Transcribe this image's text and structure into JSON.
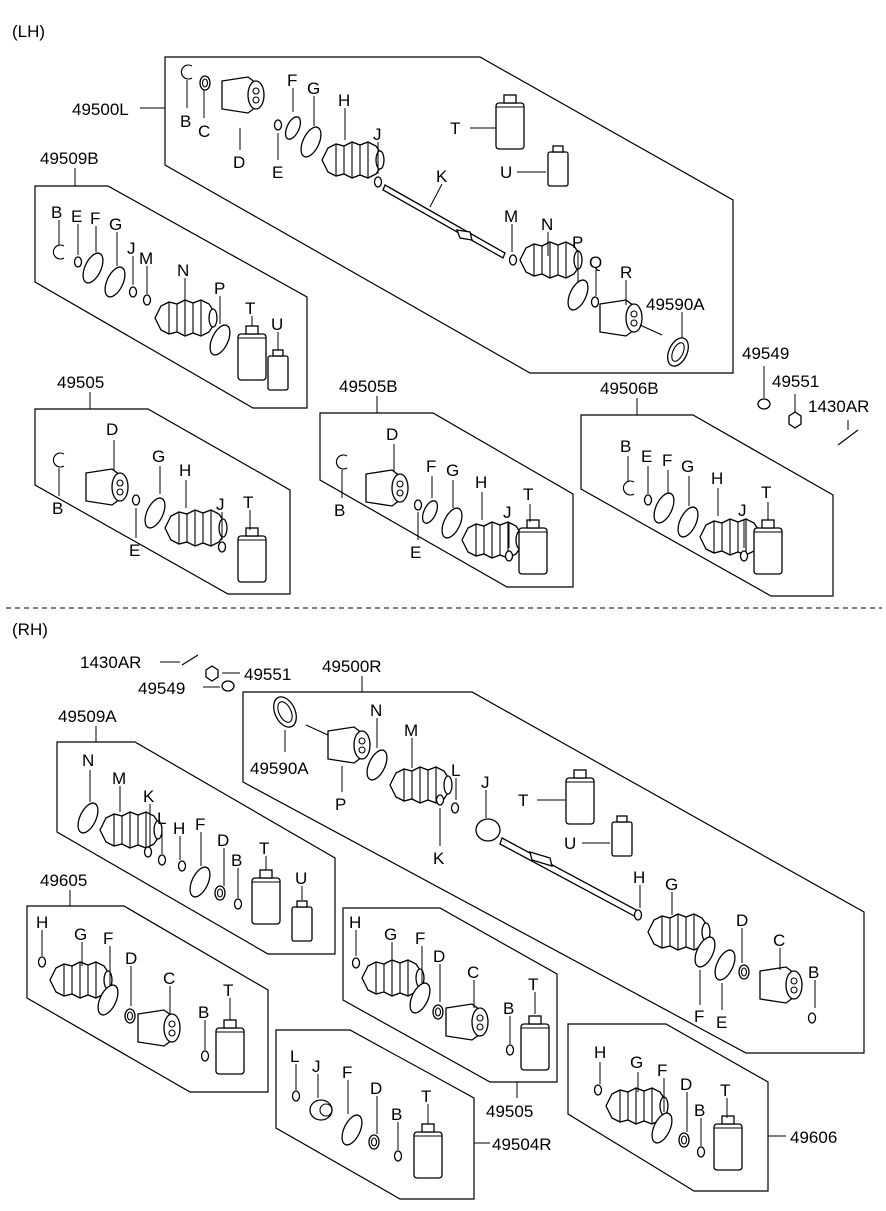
{
  "sections": {
    "lh": "(LH)",
    "rh": "(RH)"
  },
  "assemblies": {
    "lh_main": "49500L",
    "lh_inner_kit": "49509B",
    "lh_outer_kit": "49505",
    "lh_outer_kit_b": "49505B",
    "lh_kit_c": "49506B",
    "rh_main": "49500R",
    "rh_inner_kit": "49509A",
    "rh_outer_kit": "49605",
    "rh_outer_kit_b": "49505",
    "rh_kit_c": "49504R",
    "rh_kit_d": "49606"
  },
  "parts": {
    "tone_ring": "49590A",
    "washer": "49549",
    "nut": "49551",
    "split_pin": "1430AR"
  },
  "letters": {
    "B": "B",
    "C": "C",
    "D": "D",
    "E": "E",
    "F": "F",
    "G": "G",
    "H": "H",
    "J": "J",
    "K": "K",
    "L": "L",
    "M": "M",
    "N": "N",
    "P": "P",
    "Q": "Q",
    "R": "R",
    "T": "T",
    "U": "U"
  }
}
